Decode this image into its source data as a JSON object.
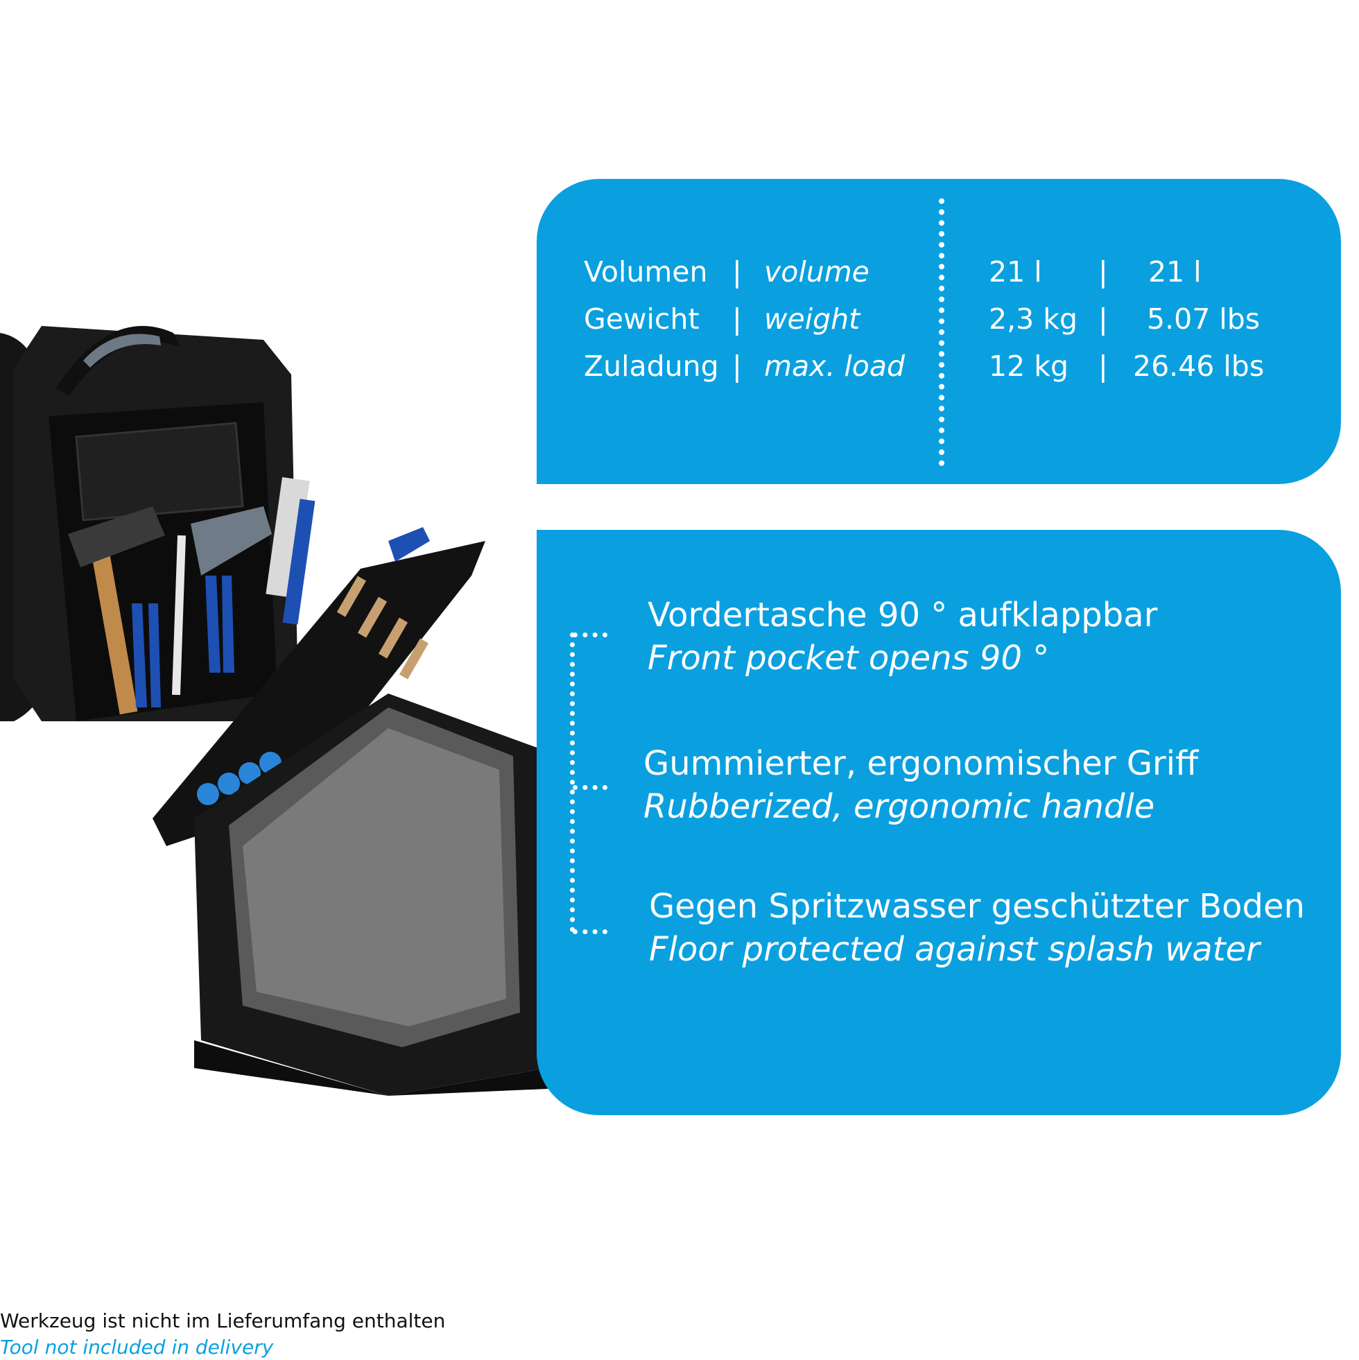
{
  "colors": {
    "panel": "#0aa0e0",
    "panel_text": "#ffffff",
    "disclaimer_de": "#111111",
    "disclaimer_en": "#0aa0e0"
  },
  "specs": [
    {
      "label_de": "Volumen",
      "sep_a": "|",
      "label_en": "volume",
      "metric": "21 l",
      "sep_b": "|",
      "imperial": "21 l"
    },
    {
      "label_de": "Gewicht",
      "sep_a": "|",
      "label_en": "weight",
      "metric": "2,3 kg",
      "sep_b": "|",
      "imperial": "5.07 lbs"
    },
    {
      "label_de": "Zuladung",
      "sep_a": "|",
      "label_en": "max. load",
      "metric": "12 kg",
      "sep_b": "|",
      "imperial": "26.46 lbs"
    }
  ],
  "features": [
    {
      "de": "Vordertasche 90 ° aufklappbar",
      "en": "Front pocket opens 90 °"
    },
    {
      "de": "Gummierter, ergonomischer Griff",
      "en": "Rubberized, ergonomic handle"
    },
    {
      "de": "Gegen Spritzwasser geschützter Boden",
      "en": "Floor protected against splash water"
    }
  ],
  "disclaimer": {
    "de": "Werkzeug ist nicht im Lieferumfang enthalten",
    "en": "Tool not included in delivery"
  },
  "product_image": {
    "icon": "backpack-icon"
  }
}
